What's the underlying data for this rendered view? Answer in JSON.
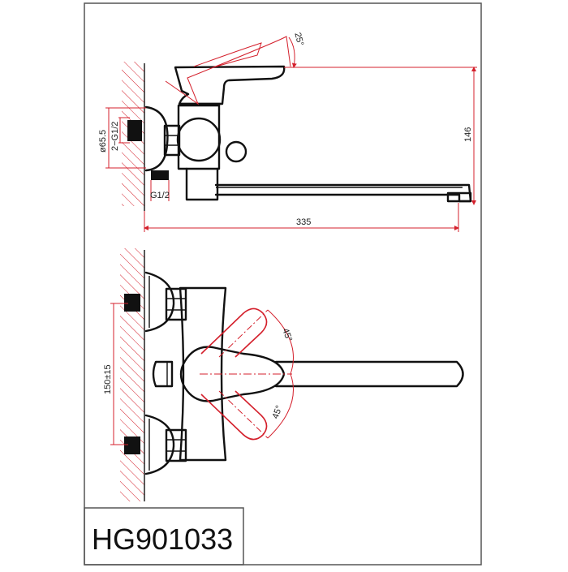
{
  "drawing": {
    "model_number": "HG901033",
    "colors": {
      "outline": "#111111",
      "dimension": "#d4202c",
      "frame": "#555555",
      "background": "#ffffff"
    },
    "side_view": {
      "handle_angle": "25°",
      "flange_diameter": "ø65.5",
      "inlet_thread": "2−G1/2",
      "outlet_thread": "G1/2",
      "height": "146",
      "spout_length": "335"
    },
    "top_view": {
      "inlet_spacing": "150±15",
      "handle_rotation_up": "45°",
      "handle_rotation_down": "45°"
    }
  }
}
